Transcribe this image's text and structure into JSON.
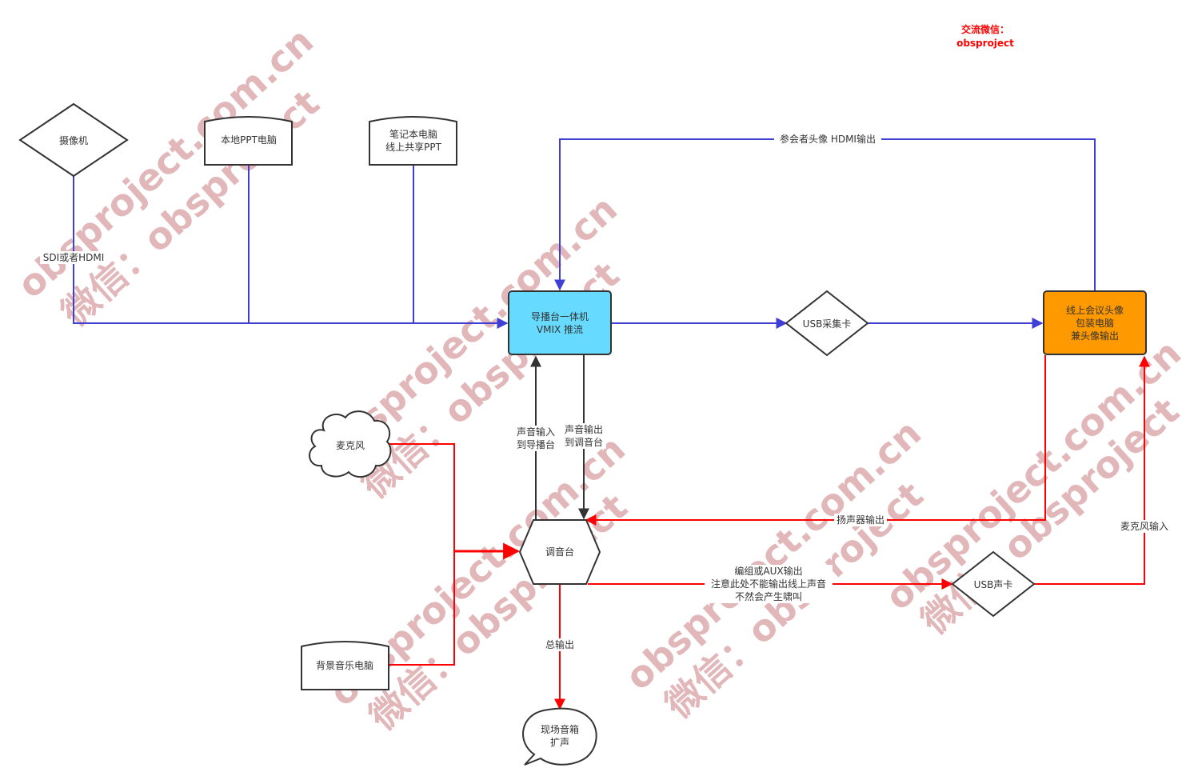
{
  "contact": {
    "line1": "交流微信：",
    "line2": "obsproject"
  },
  "watermark": {
    "site": "obsproject.com.cn",
    "wechat": "微信：obsproject",
    "color": "#d9a0a4"
  },
  "colors": {
    "video_link": "#3f3fd6",
    "audio_link": "#ff0000",
    "control_link": "#333333",
    "switcher_fill": "#66dbff",
    "conference_fill": "#ff9900",
    "node_stroke": "#333333"
  },
  "nodes": {
    "camera": {
      "label": "摄像机",
      "shape": "diamond"
    },
    "local_ppt": {
      "label": "本地PPT电脑",
      "shape": "display"
    },
    "laptop": {
      "line1": "笔记本电脑",
      "line2": "线上共享PPT",
      "shape": "display"
    },
    "switcher": {
      "line1": "导播台一体机",
      "line2": "VMIX 推流",
      "shape": "rounded-rect"
    },
    "usb_capture": {
      "label": "USB采集卡",
      "shape": "diamond"
    },
    "conference_pc": {
      "line1": "线上会议头像",
      "line2": "包装电脑",
      "line3": "兼头像输出",
      "shape": "rounded-rect"
    },
    "microphone": {
      "label": "麦克风",
      "shape": "cloud"
    },
    "bgm_pc": {
      "label": "背景音乐电脑",
      "shape": "display"
    },
    "mixer": {
      "label": "调音台",
      "shape": "hexagon"
    },
    "usb_soundcard": {
      "label": "USB声卡",
      "shape": "diamond"
    },
    "speakers": {
      "line1": "现场音箱",
      "line2": "扩声",
      "shape": "callout"
    }
  },
  "edges": {
    "camera_to_switcher": {
      "label": "SDI或者HDMI",
      "from": "camera",
      "to": "switcher"
    },
    "conference_to_switcher": {
      "label": "参会者头像 HDMI输出",
      "from": "conference_pc",
      "to": "switcher"
    },
    "audio_to_switcher": {
      "line1": "声音输入",
      "line2": "到导播台",
      "from": "mixer",
      "to": "switcher"
    },
    "audio_to_mixer": {
      "line1": "声音输出",
      "line2": "到调音台",
      "from": "switcher",
      "to": "mixer"
    },
    "speaker_out": {
      "label": "扬声器输出",
      "from": "conference_pc",
      "to": "mixer"
    },
    "aux_out": {
      "line1": "编组或AUX输出",
      "line2": "注意此处不能输出线上声音",
      "line3": "不然会产生啸叫",
      "from": "mixer",
      "to": "usb_soundcard"
    },
    "mic_in": {
      "label": "麦克风输入",
      "from": "usb_soundcard",
      "to": "conference_pc"
    },
    "main_out": {
      "label": "总输出",
      "from": "mixer",
      "to": "speakers"
    }
  }
}
